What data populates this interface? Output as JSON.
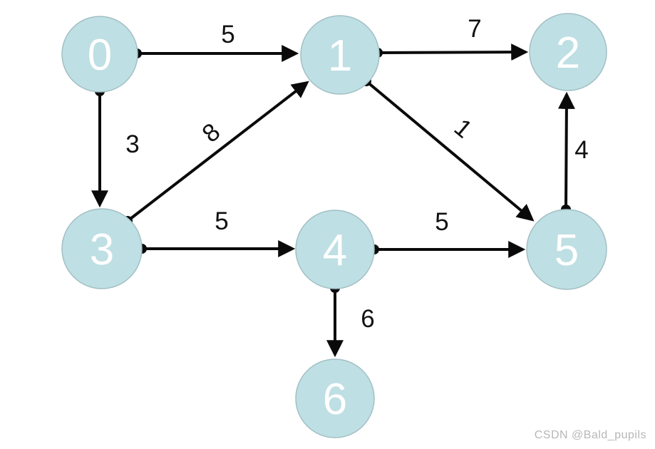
{
  "graph": {
    "type": "weighted-directed-graph",
    "nodes": [
      {
        "label": "0"
      },
      {
        "label": "1"
      },
      {
        "label": "2"
      },
      {
        "label": "3"
      },
      {
        "label": "4"
      },
      {
        "label": "5"
      },
      {
        "label": "6"
      }
    ],
    "edges": [
      {
        "from": "0",
        "to": "1",
        "weight": "5"
      },
      {
        "from": "1",
        "to": "2",
        "weight": "7"
      },
      {
        "from": "0",
        "to": "3",
        "weight": "3"
      },
      {
        "from": "3",
        "to": "1",
        "weight": "8"
      },
      {
        "from": "1",
        "to": "5",
        "weight": "1"
      },
      {
        "from": "5",
        "to": "2",
        "weight": "4"
      },
      {
        "from": "3",
        "to": "4",
        "weight": "5"
      },
      {
        "from": "4",
        "to": "5",
        "weight": "5"
      },
      {
        "from": "4",
        "to": "6",
        "weight": "6"
      }
    ]
  },
  "colors": {
    "node_fill": "#bedfe3",
    "node_border": "#a2bfc4",
    "edge": "#0a0a0a",
    "weight_text": "#111111",
    "node_text": "#ffffff",
    "watermark": "#b7b7b7",
    "background": "#ffffff"
  },
  "watermark": {
    "text": "CSDN @Bald_pupils"
  }
}
